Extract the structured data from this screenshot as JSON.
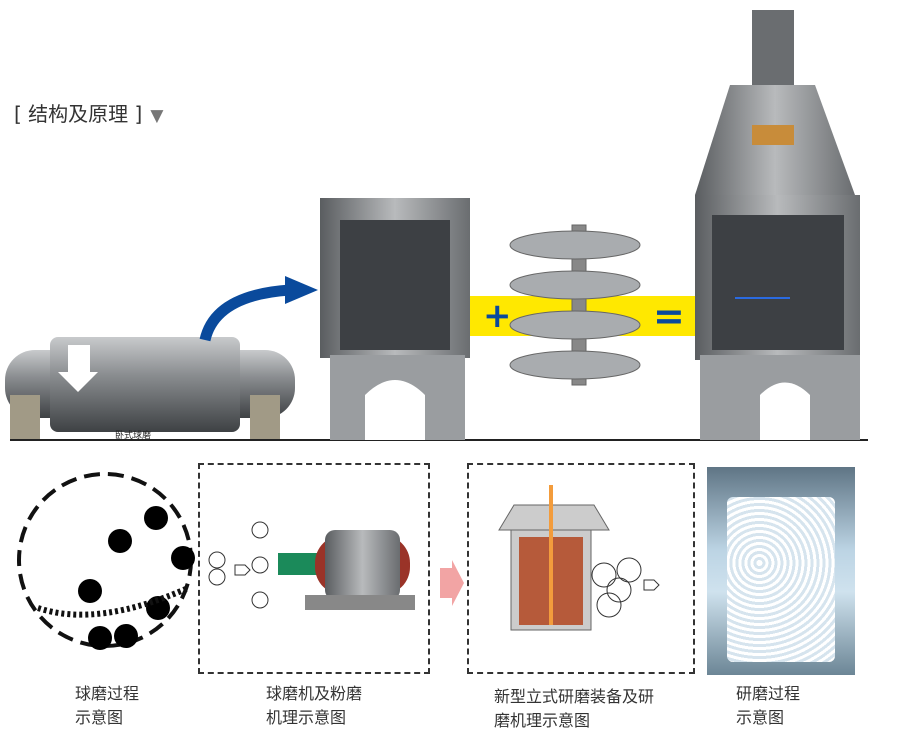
{
  "header": {
    "title": "[ 结构及原理 ]",
    "toggle_icon": "triangle-down-icon"
  },
  "top_diagram": {
    "ball_mill_label": "卧式球磨",
    "plus": "+",
    "equals": "=",
    "accent_blue": "#0a4a9c",
    "band_yellow": "#ffe800"
  },
  "captions": [
    {
      "line1": "球磨过程",
      "line2": "示意图"
    },
    {
      "line1": "球磨机及粉磨",
      "line2": "机理示意图"
    },
    {
      "line1": "新型立式研磨装备及研",
      "line2": "磨机理示意图"
    },
    {
      "line1": "研磨过程",
      "line2": "示意图"
    }
  ]
}
